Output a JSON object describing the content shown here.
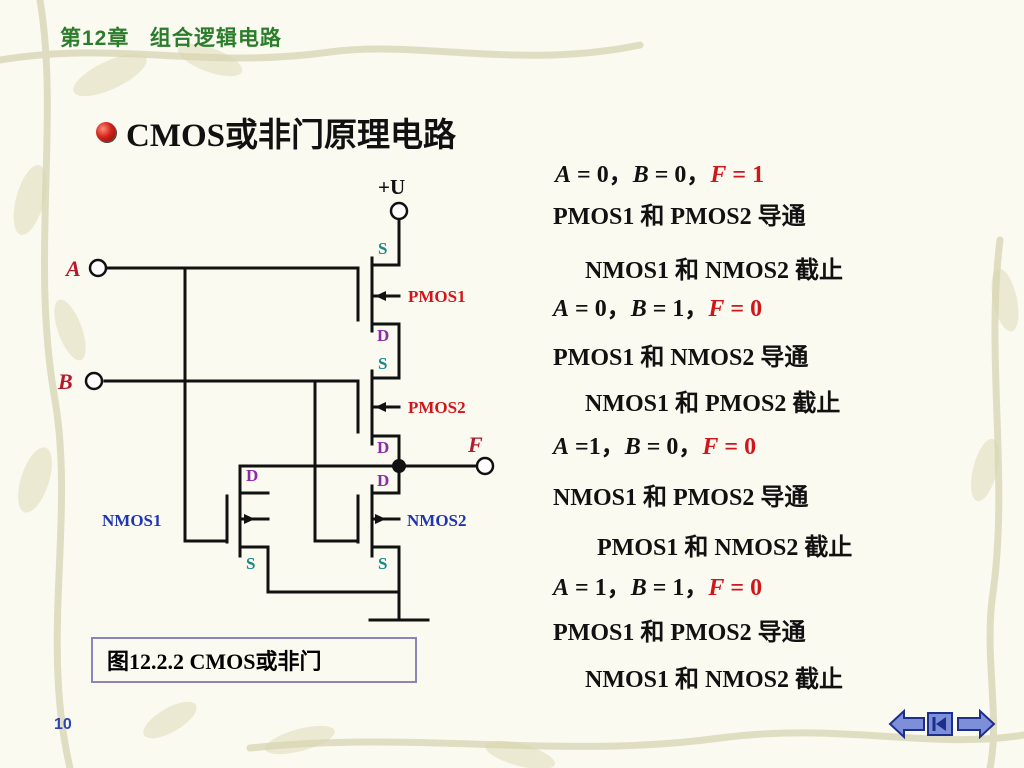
{
  "header": {
    "chapter": "第12章",
    "chapter_title": "组合逻辑电路"
  },
  "title": "CMOS或非门原理电路",
  "circuit": {
    "supply": "+U",
    "input_a": "A",
    "input_b": "B",
    "output": "F",
    "pmos1": "PMOS1",
    "pmos2": "PMOS2",
    "nmos1": "NMOS1",
    "nmos2": "NMOS2",
    "s": "S",
    "d": "D"
  },
  "caption": "图12.2.2   CMOS或非门",
  "cases": [
    {
      "a_lbl": "A",
      "a_val": " = 0，",
      "b_lbl": "B",
      "b_val": " = 0，",
      "f_lbl": "F",
      "f_val": " = 1",
      "on": "PMOS1 和 PMOS2 导通",
      "off": "NMOS1 和 NMOS2 截止"
    },
    {
      "a_lbl": "A",
      "a_val": " = 0，",
      "b_lbl": "B",
      "b_val": " = 1，",
      "f_lbl": "F",
      "f_val": " = 0",
      "on": "PMOS1 和 NMOS2 导通",
      "off": "NMOS1 和 PMOS2 截止"
    },
    {
      "a_lbl": "A",
      "a_val": " =1，",
      "b_lbl": "B",
      "b_val": " = 0，",
      "f_lbl": "F",
      "f_val": " = 0",
      "on": "NMOS1 和 PMOS2 导通",
      "off": "PMOS1 和 NMOS2 截止"
    },
    {
      "a_lbl": "A",
      "a_val": " = 1，",
      "b_lbl": "B",
      "b_val": " = 1，",
      "f_lbl": "F",
      "f_val": " = 0",
      "on": "PMOS1 和 PMOS2 导通",
      "off": "NMOS1 和 NMOS2 截止"
    }
  ],
  "page_number": "10",
  "colors": {
    "header": "#2b7c2b",
    "accent_red": "#d0161b",
    "source_teal": "#178a86",
    "drain_purple": "#8e2aa6",
    "nmos_blue": "#1f36b0"
  },
  "nav_icons": [
    "prev-arrow-icon",
    "first-page-icon",
    "next-arrow-icon"
  ]
}
